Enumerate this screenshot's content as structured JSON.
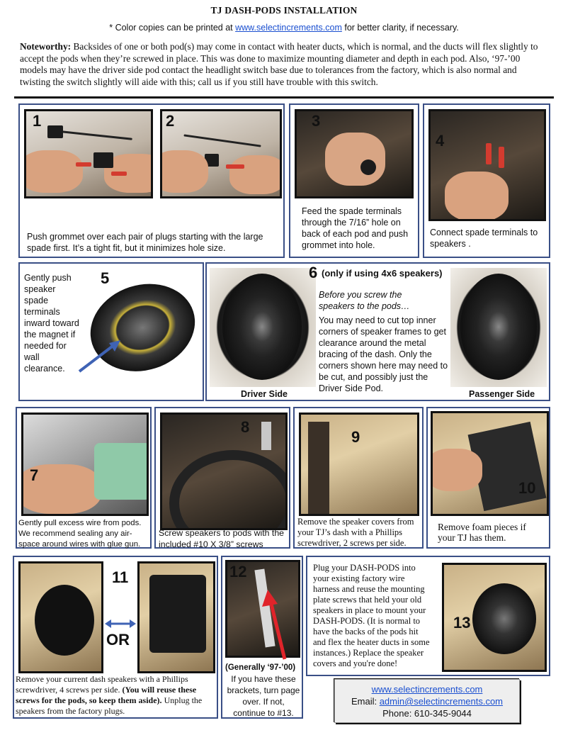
{
  "header": {
    "title": "TJ DASH-PODS INSTALLATION",
    "subtitle_pre": "* Color copies can be printed at ",
    "subtitle_link": "www.selectincrements.com",
    "subtitle_post": " for better clarity, if necessary.",
    "note_label": "Noteworthy:",
    "note_text": " Backsides of one or both pod(s) may come in contact with heater ducts, which is normal, and the ducts will flex slightly to accept the pods when they’re screwed in place.  This was done to maximize mounting diameter and depth in each pod.  Also, ‘97-’00 models may have the driver side pod contact the headlight switch base due to tolerances from the factory, which is also normal and twisting the switch slightly will aide with this; call us if you still have trouble with this switch."
  },
  "steps": {
    "s1": {
      "num": "1"
    },
    "s2": {
      "num": "2"
    },
    "s12_caption": "Push grommet over each pair of plugs starting with the large spade first.  It’s a tight fit, but it minimizes hole size.",
    "s3": {
      "num": "3",
      "caption": "Feed the spade terminals through the 7/16” hole on back of each pod and push grommet into hole."
    },
    "s4": {
      "num": "4",
      "caption": "Connect spade terminals to speakers ."
    },
    "s5": {
      "num": "5",
      "caption": "Gently push speaker spade terminals inward toward the magnet if needed for wall clearance."
    },
    "s6": {
      "num": "6",
      "heading": "(only if using 4x6 speakers)",
      "intro": "Before you screw the speakers to the pods…",
      "body": "You may need to cut top inner corners of speaker frames to get clearance around the metal bracing of the dash.  Only the corners shown here may need to be cut, and possibly just the Driver Side Pod.",
      "left_label": "Driver Side",
      "right_label": "Passenger Side"
    },
    "s7": {
      "num": "7",
      "caption": "Gently pull excess wire from pods. We recommend sealing any air-space around wires with glue gun."
    },
    "s8": {
      "num": "8",
      "caption": "Screw speakers to pods with the included #10 X 3/8” screws"
    },
    "s9": {
      "num": "9",
      "caption": "Remove the speaker covers from your TJ’s dash with a Phillips screwdriver, 2 screws per side."
    },
    "s10": {
      "num": "10",
      "caption": "Remove foam pieces if your TJ has them."
    },
    "s11": {
      "num": "11",
      "or": "OR",
      "caption_a": "Remove your current dash speakers with a Phillips screwdriver, 4 screws per side. ",
      "caption_b": "(You will reuse these screws for the pods, so keep them aside).",
      "caption_c": " Unplug the speakers from the factory plugs."
    },
    "s12": {
      "num": "12",
      "heading": "(Generally ‘97-’00)",
      "caption": "If you have these brackets, turn page over.  If not, continue to #13."
    },
    "s13": {
      "num": "13",
      "caption": "Plug your DASH-PODS into your existing factory wire harness and reuse the mounting plate screws that held your old speakers in place to mount your DASH-PODS. (It is normal to have the backs of the pods hit and flex the heater ducts in some instances.) Replace the speaker covers and you're done!"
    }
  },
  "contact": {
    "website": "www.selectincrements.com",
    "email_label": "Email: ",
    "email": "admin@selectincrements.com",
    "phone": "Phone: 610-345-9044"
  },
  "colors": {
    "panel_border": "#3a4f86",
    "link": "#1a4fd0",
    "arrow_red": "#e0242a",
    "arrow_blue": "#3f63b5"
  }
}
